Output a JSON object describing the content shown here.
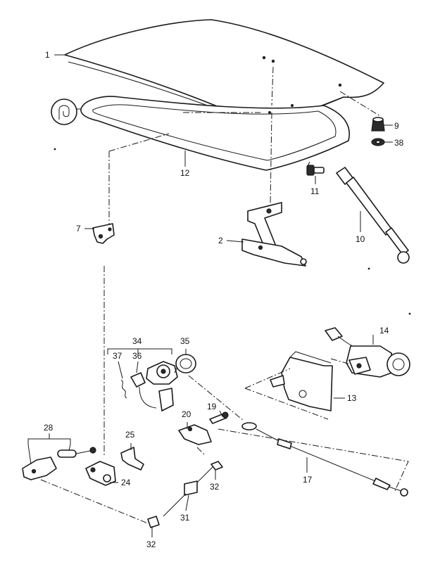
{
  "callouts": [
    {
      "id": "c1",
      "label": "1"
    },
    {
      "id": "c2",
      "label": "2"
    },
    {
      "id": "c7",
      "label": "7"
    },
    {
      "id": "c9",
      "label": "9"
    },
    {
      "id": "c10",
      "label": "10"
    },
    {
      "id": "c11",
      "label": "11"
    },
    {
      "id": "c12",
      "label": "12"
    },
    {
      "id": "c13",
      "label": "13"
    },
    {
      "id": "c14",
      "label": "14"
    },
    {
      "id": "c17",
      "label": "17"
    },
    {
      "id": "c19",
      "label": "19"
    },
    {
      "id": "c20",
      "label": "20"
    },
    {
      "id": "c24",
      "label": "24"
    },
    {
      "id": "c25",
      "label": "25"
    },
    {
      "id": "c28",
      "label": "28"
    },
    {
      "id": "c31",
      "label": "31"
    },
    {
      "id": "c32a",
      "label": "32"
    },
    {
      "id": "c32b",
      "label": "32"
    },
    {
      "id": "c34",
      "label": "34"
    },
    {
      "id": "c35",
      "label": "35"
    },
    {
      "id": "c36",
      "label": "36"
    },
    {
      "id": "c37",
      "label": "37"
    },
    {
      "id": "c38",
      "label": "38"
    }
  ]
}
